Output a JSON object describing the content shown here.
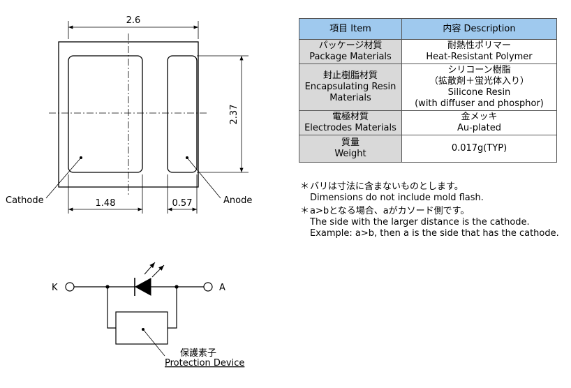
{
  "dimensions": {
    "width": "2.6",
    "height": "2.37",
    "cathode_width": "1.48",
    "anode_width": "0.57"
  },
  "labels": {
    "cathode": "Cathode",
    "anode": "Anode",
    "k": "K",
    "a": "A",
    "protection_jp": "保護素子",
    "protection_en": "Protection Device"
  },
  "table": {
    "header_item": "項目 Item",
    "header_desc": "内容 Description",
    "rows": [
      {
        "item": [
          "パッケージ材質",
          "Package Materials"
        ],
        "desc": [
          "耐熱性ポリマー",
          "Heat-Resistant Polymer"
        ]
      },
      {
        "item": [
          "封止樹脂材質",
          "Encapsulating Resin",
          "Materials"
        ],
        "desc": [
          "シリコーン樹脂",
          "（拡散剤＋蛍光体入り）",
          "Silicone Resin",
          "(with diffuser and phosphor)"
        ]
      },
      {
        "item": [
          "電極材質",
          "Electrodes Materials"
        ],
        "desc": [
          "金メッキ",
          "Au-plated"
        ]
      },
      {
        "item": [
          "質量",
          "Weight"
        ],
        "desc": [
          "0.017g(TYP)"
        ]
      }
    ]
  },
  "notes": [
    {
      "mark": "＊",
      "lines": [
        "バリは寸法に含まないものとします。",
        "Dimensions do not include mold flash."
      ]
    },
    {
      "mark": "＊",
      "lines": [
        "a>bとなる場合、aがカソード側です。",
        "The side with the larger distance is the cathode.",
        "Example: a>b, then a is the side that has the cathode."
      ]
    }
  ]
}
